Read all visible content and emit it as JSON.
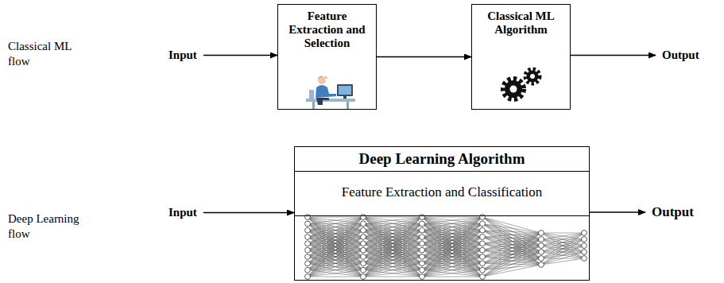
{
  "diagram": {
    "nodes": [
      {
        "text": [
          "Input"
        ]
      },
      {
        "text": [
          "Feature Extraction and Selection"
        ]
      },
      {
        "text": [
          "Classical ML Algorithm"
        ]
      },
      {
        "text": [
          "Output"
        ]
      },
      {
        "text": [
          "Input"
        ]
      },
      {
        "text": [
          "Deep Learning Algorithm"
        ]
      },
      {
        "text": [
          "Feature Extraction and Classification"
        ],
        "in": 5
      },
      {
        "text": [
          "Output"
        ]
      }
    ],
    "edges": [
      {
        "from": 0,
        "to": 1,
        "arrow": "to"
      },
      {
        "from": 1,
        "to": 2,
        "arrow": "to"
      },
      {
        "from": 2,
        "to": 3,
        "arrow": "to"
      },
      {
        "from": 4,
        "to": 5,
        "arrow": "to"
      },
      {
        "from": 5,
        "to": 7,
        "arrow": "to"
      }
    ],
    "labels": [
      "Classical ML flow",
      "Deep Learning flow"
    ]
  }
}
